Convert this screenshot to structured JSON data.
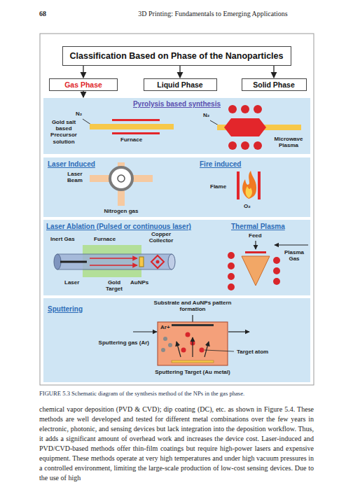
{
  "diagram": {
    "caption": "FIGURE 5.3 Schematic diagram of the synthesis method of the NPs in the gas phase.",
    "nodes": [
      {
        "text": [
          "Classification Based on Phase of the Nanoparticles"
        ]
      },
      {
        "text": [
          "Gas Phase"
        ]
      },
      {
        "text": [
          "Liquid Phase"
        ]
      },
      {
        "text": [
          "Solid Phase"
        ]
      },
      {
        "text": [
          "Pyrolysis based synthesis"
        ]
      },
      {
        "text": [
          "Laser Induced",
          "Fire induced"
        ]
      },
      {
        "text": [
          "Laser Ablation (Pulsed or continuous laser)",
          "Thermal Plasma"
        ]
      },
      {
        "text": [
          "Sputtering"
        ]
      }
    ],
    "edges": [
      {
        "from": 0,
        "to": 1,
        "arrow": "to"
      },
      {
        "from": 0,
        "to": 2,
        "arrow": "to"
      },
      {
        "from": 0,
        "to": 3,
        "arrow": "to"
      },
      {
        "from": 1,
        "to": 4,
        "arrow": "to"
      }
    ],
    "labels": [
      "68",
      "3D Printing: Fundamentals to Emerging Applications",
      "N₂",
      "Gold salt based Precursor solution",
      "Furnace",
      "N₂",
      "Microwave Plasma",
      "Laser Beam",
      "Nitrogen gas",
      "Flame",
      "O₂",
      "Inert Gas",
      "Furnace",
      "Copper Collector",
      "Laser",
      "Gold Target",
      "AuNPs",
      "Feed",
      "Plasma Gas",
      "Substrate and AuNPs pattern formation",
      "Sputtering gas (Ar)",
      "Ar+",
      "Target atom",
      "Sputtering Target (Au metal)",
      "chemical vapor deposition (PVD & CVD); dip coating (DC), etc. as shown in Figure 5.4. These methods are well developed and tested for different metal combinations over the few years in electronic, photonic, and sensing devices but lack integration into the deposition workflow. Thus, it adds a significant amount of overhead work and increases the device cost. Laser-induced and PVD/CVD-based methods offer thin-film coatings but require high-power lasers and expensive equipment. These methods operate at very high temperatures and under high vacuum pressures in a controlled environment, limiting the large-scale production of low-cost sensing devices. Due to the use of high"
    ]
  }
}
